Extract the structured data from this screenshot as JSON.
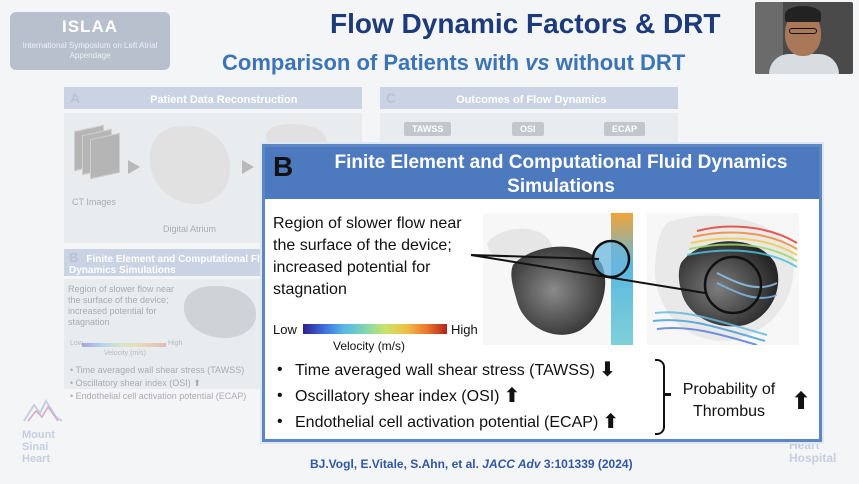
{
  "header": {
    "logo_title": "ISLAA",
    "logo_subtitle": "International Symposium on Left Atrial Appendage",
    "title": "Flow Dynamic Factors & DRT",
    "subtitle_pre": "Comparison of Patients with ",
    "subtitle_vs": "vs",
    "subtitle_post": " without DRT"
  },
  "background_panels": {
    "panel_a_letter": "A",
    "panel_a_title": "Patient Data Reconstruction",
    "panel_a_ct": "CT Images",
    "panel_a_atrium": "Digital Atrium",
    "panel_c_letter": "C",
    "panel_c_title": "Outcomes of Flow Dynamics",
    "panel_c_tabs": [
      "TAWSS",
      "OSI",
      "ECAP"
    ],
    "panel_b_letter": "B",
    "panel_b_title": "Finite Element and Computational Fluid Dynamics Simulations",
    "panel_b_text": "Region of slower flow near the surface of the device; increased potential for stagnation",
    "panel_b_low": "Low",
    "panel_b_high": "High",
    "panel_b_velocity": "Velocity (m/s)",
    "panel_b_bullets": [
      "Time averaged wall shear stress (TAWSS)",
      "Oscillatory shear index (OSI)",
      "Endothelial cell activation potential (ECAP)"
    ]
  },
  "card": {
    "letter": "B",
    "title": "Finite Element and Computational Fluid Dynamics Simulations",
    "region_text": "Region of slower flow near the surface of the device; increased potential for stagnation",
    "velocity_low": "Low",
    "velocity_high": "High",
    "velocity_label": "Velocity (m/s)",
    "bullets": [
      {
        "text": "Time averaged wall shear stress (TAWSS)",
        "arrow": "⬇"
      },
      {
        "text": "Oscillatory shear index (OSI)",
        "arrow": "⬆"
      },
      {
        "text": "Endothelial cell activation potential (ECAP)",
        "arrow": "⬆"
      }
    ],
    "outcome": "Probability of Thrombus",
    "outcome_arrow": "⬆"
  },
  "footer": {
    "cite_authors": "BJ.Vogl, E.Vitale, S.Ahn, et al. ",
    "cite_journal": "JACC Adv",
    "cite_rest": " 3:101339 (2024)",
    "left_logo": "Mount Sinai Heart",
    "right_logo": "Heart Hospital"
  },
  "colors": {
    "title": "#1d3a7a",
    "subtitle": "#3c74b5",
    "card_header": "#4d79bf",
    "citation": "#3057a8"
  }
}
